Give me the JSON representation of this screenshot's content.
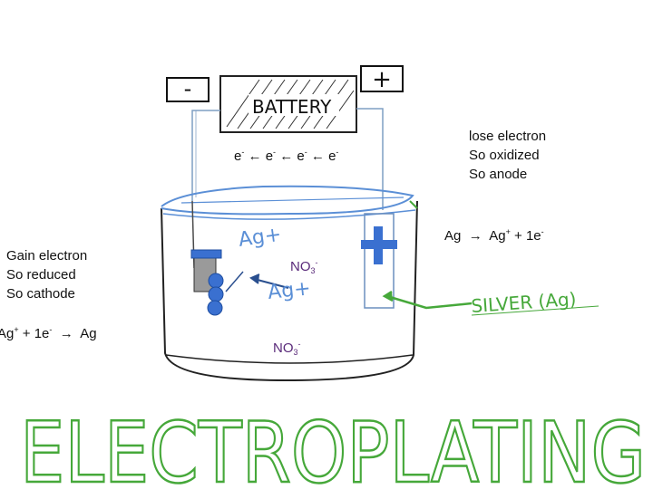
{
  "battery": {
    "label": "BATTERY",
    "negative_sign": "-",
    "positive_sign": "+"
  },
  "electron_flow": {
    "symbol": "e",
    "charge": "-"
  },
  "right_notes": {
    "line1": "lose electron",
    "line2": "So oxidized",
    "line3": "So anode"
  },
  "anode_reaction": {
    "left": "Ag",
    "right_ion": "Ag",
    "ion_charge": "+",
    "plus": " + 1e",
    "e_charge": "-"
  },
  "left_notes": {
    "line1": "Gain electron",
    "line2": "So reduced",
    "line3": "So cathode"
  },
  "cathode_reaction": {
    "ion": "Ag",
    "ion_charge": "+",
    "plus": " + 1e",
    "e_charge": "-",
    "product": "Ag"
  },
  "ions": {
    "ag_ion": "Ag+",
    "nitrate": "NO",
    "nitrate_sub": "3",
    "nitrate_charge": "-"
  },
  "silver_label": "SILVER (Ag)",
  "title": "ELECTROPLATING",
  "colors": {
    "ink": "#111111",
    "water": "#5b8fd6",
    "green": "#46a83a",
    "electrode": "#3a70d0",
    "purple": "#5a2a7a"
  }
}
